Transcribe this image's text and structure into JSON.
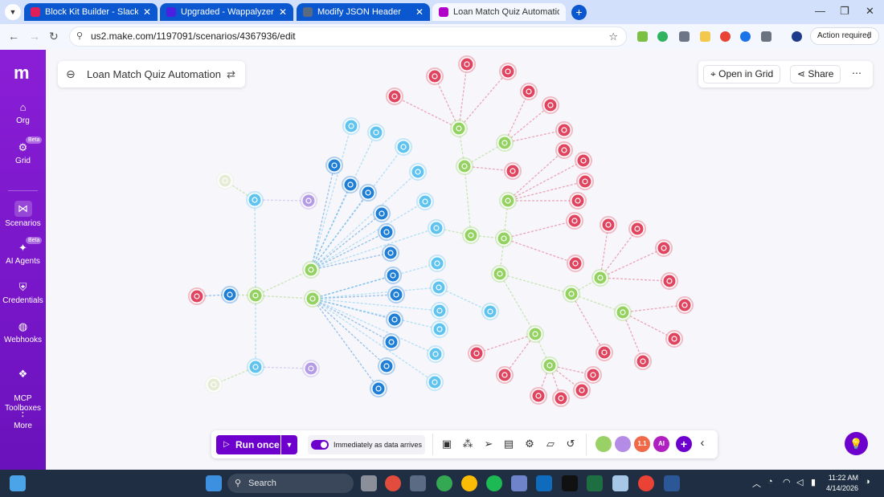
{
  "browser": {
    "tabs": [
      {
        "title": "Block Kit Builder - Slack",
        "favicon_color": "#e01e5a"
      },
      {
        "title": "Upgraded - Wappalyzer",
        "favicon_color": "#4b20e0"
      },
      {
        "title": "Modify JSON Header",
        "favicon_color": "#5a6a80"
      },
      {
        "title": "Loan Match Quiz Automation |",
        "favicon_color": "#b100c7",
        "active": true
      }
    ],
    "new_tab_symbol": "+",
    "url": "us2.make.com/1197091/scenarios/4367936/edit",
    "action_required": "Action required"
  },
  "sidebar": {
    "logo": "m",
    "items": [
      {
        "label": "Org",
        "icon": "home-icon",
        "glyph": "⌂"
      },
      {
        "label": "Grid",
        "icon": "grid-icon",
        "glyph": "⚙",
        "badge": "Beta"
      },
      {
        "label": "Scenarios",
        "icon": "share-nodes-icon",
        "glyph": "⋈",
        "active": true
      },
      {
        "label": "AI Agents",
        "icon": "ai-agent-icon",
        "glyph": "✦",
        "badge": "Beta"
      },
      {
        "label": "Credentials",
        "icon": "shield-icon",
        "glyph": "⛨"
      },
      {
        "label": "Webhooks",
        "icon": "globe-icon",
        "glyph": "◍"
      },
      {
        "label": "MCP\nToolboxes",
        "icon": "mcp-icon",
        "glyph": "❖"
      },
      {
        "label": "More",
        "icon": "more-vertical-icon",
        "glyph": "⋮"
      }
    ]
  },
  "scenario": {
    "title": "Loan Match Quiz Automation",
    "open_in_grid": "Open in Grid",
    "share": "Share",
    "more": "⋯"
  },
  "bottom_toolbar": {
    "run_once": "Run once",
    "schedule_label": "Immediately as data arrives",
    "tools": [
      "save-icon",
      "magic-wand-icon",
      "flow-icon",
      "layout-icon",
      "gear-icon",
      "note-icon",
      "history-icon"
    ],
    "apps": [
      {
        "label": "",
        "color": "#9ad167"
      },
      {
        "label": "",
        "color": "#b48ce6"
      },
      {
        "label": "1.1",
        "color": "#f06a4a"
      },
      {
        "label": "AI",
        "color": "#b01fbf"
      }
    ],
    "add": "+",
    "collapse": "‹"
  },
  "colors": {
    "brand": "#6d00cc",
    "email_node": "#e0445f",
    "router_node": "#93d160",
    "http_node": "#1f7fd6",
    "sheet_node": "#5fc3f0",
    "flow_node": "#b49be6"
  },
  "taskbar": {
    "search": "Search",
    "time": "11:22 AM",
    "date": "4/14/2026"
  }
}
